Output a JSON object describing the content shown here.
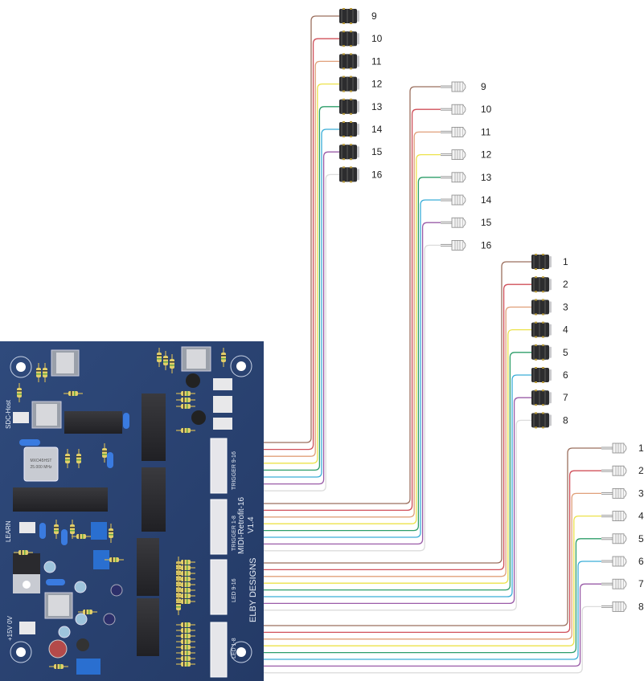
{
  "board": {
    "title": "MIDI-Retrofit-16",
    "version": "V1.4",
    "maker": "ELBY DESIGNS",
    "pcb_color": "#2a4170",
    "labels": {
      "learn": "LEARN",
      "power": "+15V 0V",
      "sdc": "SDC-Host",
      "osc_part": "MXO45HST",
      "osc_freq": "25.000 MHz",
      "trigger_9_16": "TRIGGER 9-16",
      "trigger_1_8": "TRIGGER 1-8",
      "led_9_16": "LED 9-16",
      "led_1_8": "LED 1-8"
    },
    "connectors": [
      {
        "name": "trigger-9-16",
        "target": "jacks_9_16"
      },
      {
        "name": "trigger-1-8",
        "target": "leds_9_16"
      },
      {
        "name": "led-9-16",
        "target": "jacks_1_8"
      },
      {
        "name": "led-1-8",
        "target": "leds_1_8"
      }
    ]
  },
  "wire_colors": [
    "#9b6f5e",
    "#d0505a",
    "#e0a07a",
    "#ece24a",
    "#2e9e6a",
    "#3aaed8",
    "#9a5ca8",
    "#dcdcdc"
  ],
  "groups": [
    {
      "name": "jacks-9-16",
      "type": "jack",
      "labels": [
        "9",
        "10",
        "11",
        "12",
        "13",
        "14",
        "15",
        "16"
      ]
    },
    {
      "name": "leds-9-16",
      "type": "led",
      "labels": [
        "9",
        "10",
        "11",
        "12",
        "13",
        "14",
        "15",
        "16"
      ]
    },
    {
      "name": "jacks-1-8",
      "type": "jack",
      "labels": [
        "1",
        "2",
        "3",
        "4",
        "5",
        "6",
        "7",
        "8"
      ]
    },
    {
      "name": "leds-1-8",
      "type": "led",
      "labels": [
        "1",
        "2",
        "3",
        "4",
        "5",
        "6",
        "7",
        "8"
      ]
    }
  ]
}
